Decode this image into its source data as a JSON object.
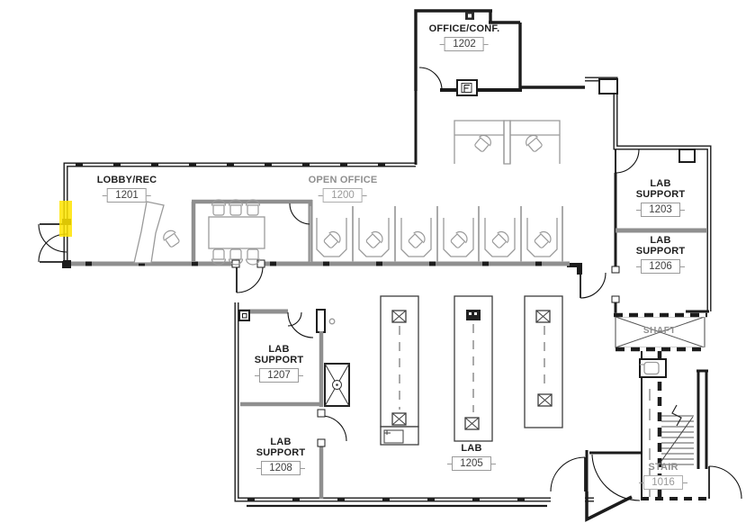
{
  "rooms": [
    {
      "name": "OFFICE/CONF.",
      "number": "1202"
    },
    {
      "name": "LOBBY/REC",
      "number": "1201"
    },
    {
      "name": "OPEN OFFICE",
      "number": "1200"
    },
    {
      "name": "LAB SUPPORT",
      "number": "1203"
    },
    {
      "name": "LAB SUPPORT",
      "number": "1206"
    },
    {
      "name": "LAB SUPPORT",
      "number": "1207"
    },
    {
      "name": "LAB SUPPORT",
      "number": "1208"
    },
    {
      "name": "LAB",
      "number": "1205"
    },
    {
      "name": "SHAFT",
      "number": ""
    },
    {
      "name": "STAIR",
      "number": "1016"
    }
  ],
  "highlight": {
    "color": "#FFE400"
  },
  "colors": {
    "exterior_wall": "#1c1c1c",
    "interior_partition": "#8f8f8f",
    "furniture": "#9a9a9a",
    "muted_label": "#8f8f8f",
    "room_label": "#1f1f1f"
  }
}
